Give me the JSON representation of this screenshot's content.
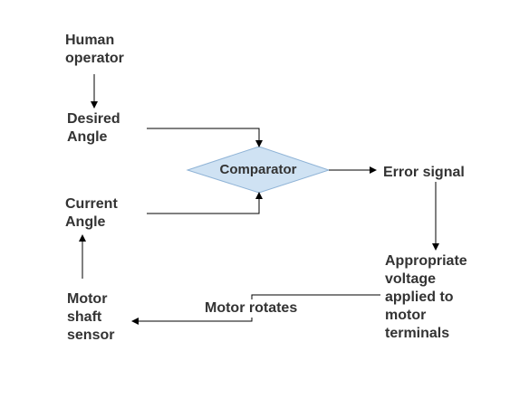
{
  "diagram": {
    "nodes": {
      "human_operator": "Human\noperator",
      "desired_angle": "Desired\nAngle",
      "comparator": "Comparator",
      "error_signal": "Error signal",
      "current_angle": "Current\nAngle",
      "appropriate_voltage": "Appropriate\nvoltage\napplied to\nmotor\nterminals",
      "motor_rotates": "Motor rotates",
      "motor_shaft_sensor": "Motor\nshaft\nsensor"
    },
    "colors": {
      "comparator_fill": "#cfe2f3",
      "comparator_stroke": "#8fb3d6",
      "text": "#333333",
      "arrow": "#000000"
    }
  }
}
